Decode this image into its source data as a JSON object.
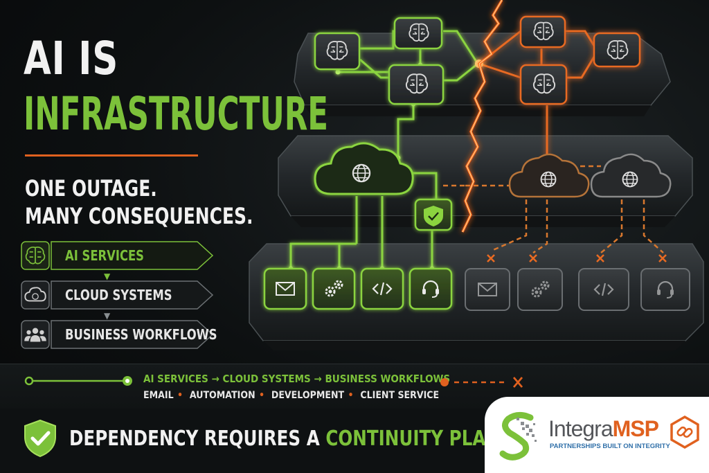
{
  "headline": {
    "line1": "AI IS",
    "line2": "INFRASTRUCTURE"
  },
  "subheadline": {
    "line1": "ONE OUTAGE.",
    "line2": "MANY CONSEQUENCES."
  },
  "layers": [
    {
      "label": "AI SERVICES",
      "icon": "brain-icon",
      "color": "#7cc13a"
    },
    {
      "label": "CLOUD SYSTEMS",
      "icon": "cloud-icon",
      "color": "#e6e6e6"
    },
    {
      "label": "BUSINESS WORKFLOWS",
      "icon": "people-icon",
      "color": "#e6e6e6"
    }
  ],
  "chain": {
    "flow": "AI SERVICES → CLOUD SYSTEMS → BUSINESS WORKFLOWS",
    "workflows": [
      "EMAIL",
      "AUTOMATION",
      "DEVELOPMENT",
      "CLIENT SERVICE"
    ]
  },
  "footer": {
    "message_prefix": "DEPENDENCY REQUIRES A ",
    "message_highlight": "CONTINUITY PLAN."
  },
  "logo": {
    "name_part1": "Integra",
    "name_part2": "MSP",
    "tagline": "PARTNERSHIPS BUILT ON INTEGRITY"
  },
  "colors": {
    "healthy": "#7cc13a",
    "failure": "#e0611f",
    "background": "#0b0d0e",
    "text": "#f1f1f1"
  }
}
